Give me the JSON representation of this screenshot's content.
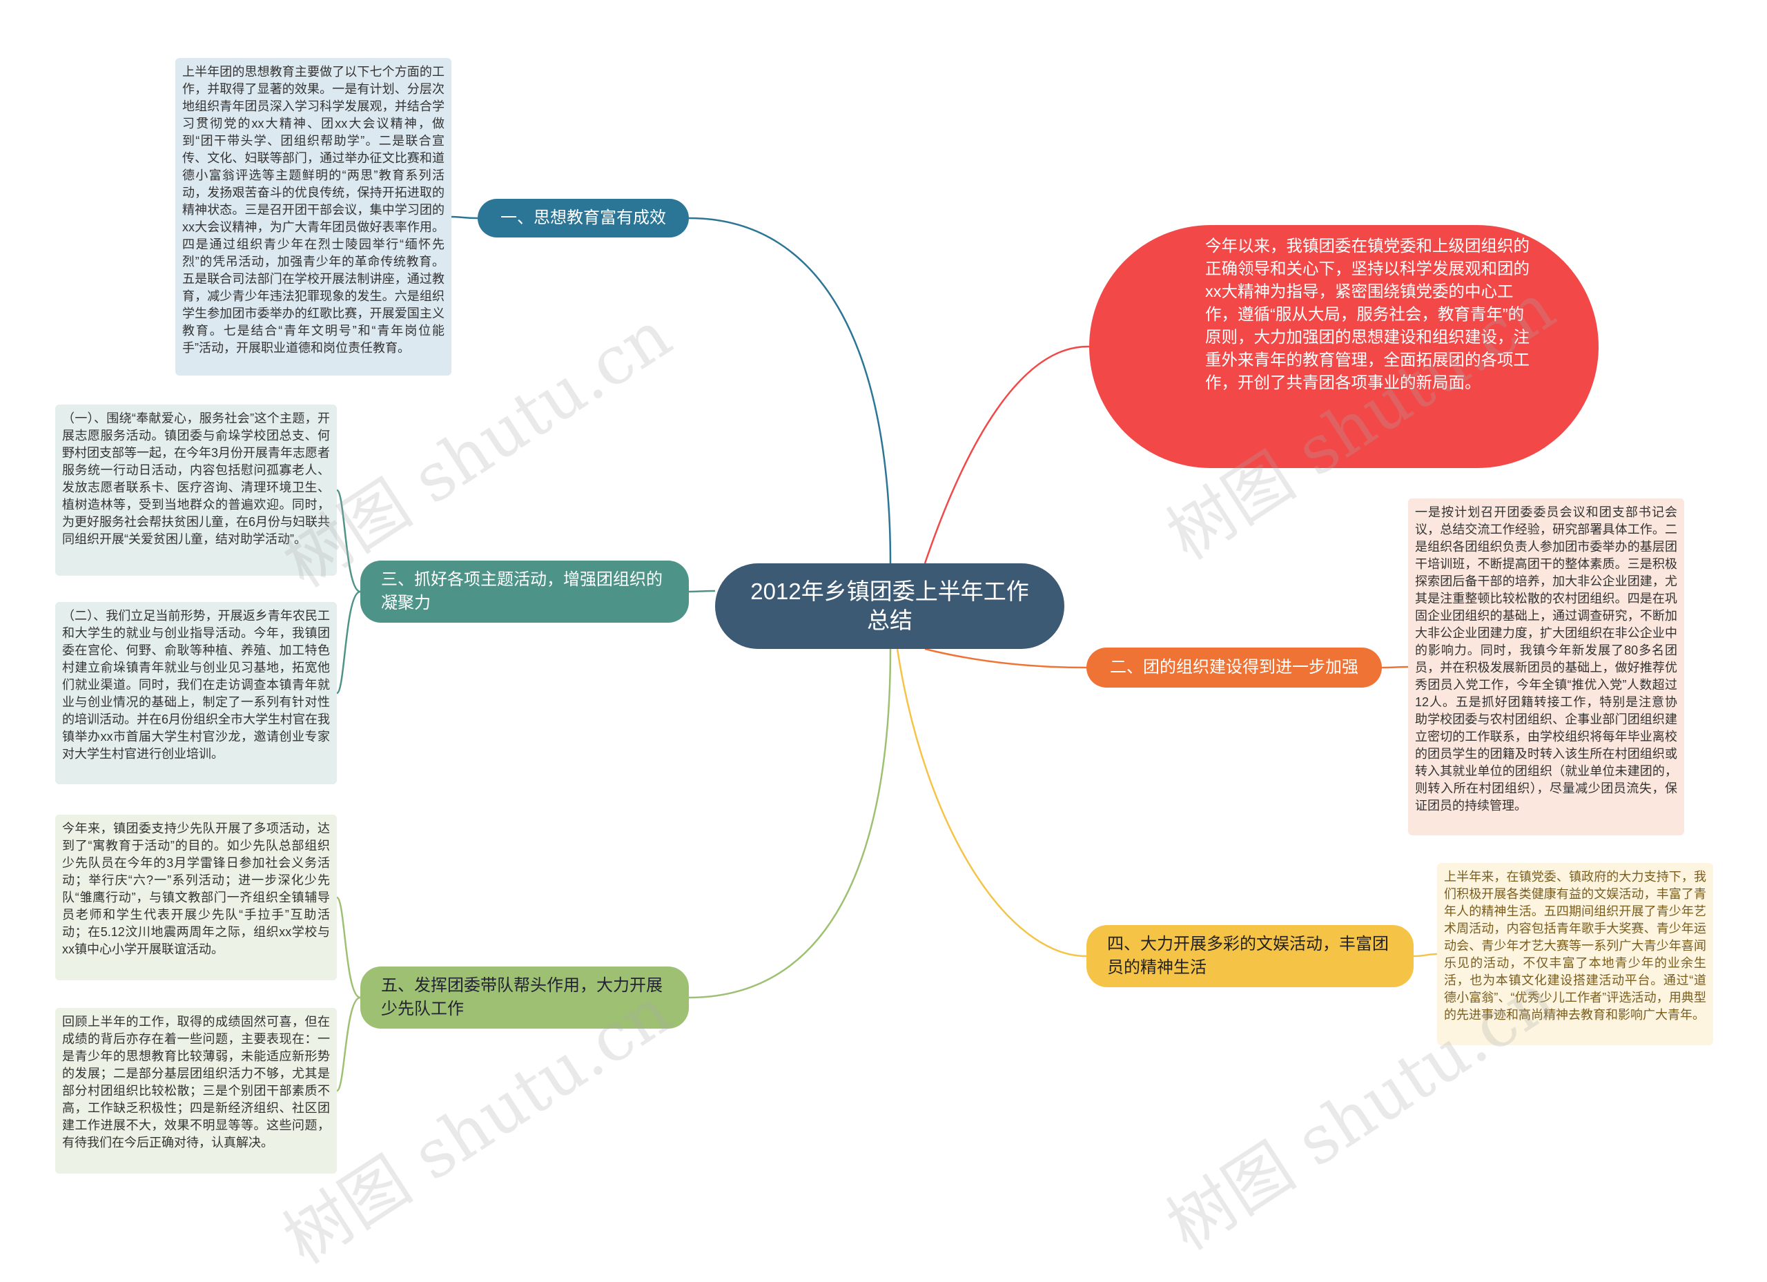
{
  "center": {
    "title": "2012年乡镇团委上半年工作总结"
  },
  "colors": {
    "center": "#3d5a75",
    "branch1": "#2b7596",
    "branch2": "#ef7335",
    "branch3": "#4d9387",
    "branch4": "#f5c447",
    "branch5": "#9ec073",
    "intro": "#f24848"
  },
  "intro": {
    "text": "今年以来，我镇团委在镇党委和上级团组织的正确领导和关心下，坚持以科学发展观和团的xx大精神为指导，紧密围绕镇党委的中心工作，遵循“服从大局，服务社会，教育青年”的原则，大力加强团的思想建设和组织建设，注重外来青年的教育管理，全面拓展团的各项工作，开创了共青团各项事业的新局面。"
  },
  "branches": {
    "b1": {
      "label": "一、思想教育富有成效",
      "leaf": "上半年团的思想教育主要做了以下七个方面的工作，并取得了显著的效果。一是有计划、分层次地组织青年团员深入学习科学发展观，并结合学习贯彻党的xx大精神、团xx大会议精神，做到“团干带头学、团组织帮助学”。二是联合宣传、文化、妇联等部门，通过举办征文比赛和道德小富翁评选等主题鲜明的“两思”教育系列活动，发扬艰苦奋斗的优良传统，保持开拓进取的精神状态。三是召开团干部会议，集中学习团的xx大会议精神，为广大青年团员做好表率作用。四是通过组织青少年在烈士陵园举行“缅怀先烈”的凭吊活动，加强青少年的革命传统教育。五是联合司法部门在学校开展法制讲座，通过教育，减少青少年违法犯罪现象的发生。六是组织学生参加团市委举办的红歌比赛，开展爱国主义教育。七是结合“青年文明号”和“青年岗位能手”活动，开展职业道德和岗位责任教育。"
    },
    "b2": {
      "label": "二、团的组织建设得到进一步加强",
      "leaf": "一是按计划召开团委委员会议和团支部书记会议，总结交流工作经验，研究部署具体工作。二是组织各团组织负责人参加团市委举办的基层团干培训班，不断提高团干的整体素质。三是积极探索团后备干部的培养，加大非公企业团建，尤其是注重整顿比较松散的农村团组织。四是在巩固企业团组织的基础上，通过调查研究，不断加大非公企业团建力度，扩大团组织在非公企业中的影响力。同时，我镇今年新发展了80多名团员，并在积极发展新团员的基础上，做好推荐优秀团员入党工作，今年全镇“推优入党”人数超过12人。五是抓好团籍转接工作，特别是注意协助学校团委与农村团组织、企事业部门团组织建立密切的工作联系，由学校组织将每年毕业离校的团员学生的团籍及时转入该生所在村团组织或转入其就业单位的团组织（就业单位未建团的，则转入所在村团组织），尽量减少团员流失，保证团员的持续管理。"
    },
    "b3": {
      "label": "三、抓好各项主题活动，增强团组织的凝聚力",
      "leaf_a": "（一）、围绕“奉献爱心，服务社会”这个主题，开展志愿服务活动。镇团委与俞垛学校团总支、何野村团支部等一起，在今年3月份开展青年志愿者服务统一行动日活动，内容包括慰问孤寡老人、发放志愿者联系卡、医疗咨询、清理环境卫生、植树造林等，受到当地群众的普遍欢迎。同时，为更好服务社会帮扶贫困儿童，在6月份与妇联共同组织开展“关爱贫困儿童，结对助学活动”。",
      "leaf_b": "（二）、我们立足当前形势，开展返乡青年农民工和大学生的就业与创业指导活动。今年，我镇团委在宫伦、何野、俞耿等种植、养殖、加工特色村建立俞垛镇青年就业与创业见习基地，拓宽他们就业渠道。同时，我们在走访调查本镇青年就业与创业情况的基础上，制定了一系列有针对性的培训活动。并在6月份组织全市大学生村官在我镇举办xx市首届大学生村官沙龙，邀请创业专家对大学生村官进行创业培训。"
    },
    "b4": {
      "label": "四、大力开展多彩的文娱活动，丰富团员的精神生活",
      "leaf": "上半年来，在镇党委、镇政府的大力支持下，我们积极开展各类健康有益的文娱活动，丰富了青年人的精神生活。五四期间组织开展了青少年艺术周活动，内容包括青年歌手大奖赛、青少年运动会、青少年才艺大赛等一系列广大青少年喜闻乐见的活动，不仅丰富了本地青少年的业余生活，也为本镇文化建设搭建活动平台。通过“道德小富翁”、“优秀少儿工作者”评选活动，用典型的先进事迹和高尚精神去教育和影响广大青年。"
    },
    "b5": {
      "label": "五、发挥团委带队帮头作用，大力开展少先队工作",
      "leaf_a": "今年来，镇团委支持少先队开展了多项活动，达到了“寓教育于活动”的目的。如少先队总部组织少先队员在今年的3月学雷锋日参加社会义务活动；举行庆“六?一”系列活动；进一步深化少先队“雏鹰行动”，与镇文教部门一齐组织全镇辅导员老师和学生代表开展少先队“手拉手”互助活动；在5.12汶川地震两周年之际，组织xx学校与xx镇中心小学开展联谊活动。",
      "leaf_b": "回顾上半年的工作，取得的成绩固然可喜，但在成绩的背后亦存在着一些问题，主要表现在：一是青少年的思想教育比较薄弱，未能适应新形势的发展；二是部分基层团组织活力不够，尤其是部分村团组织比较松散；三是个别团干部素质不高，工作缺乏积极性；四是新经济组织、社区团建工作进展不大，效果不明显等等。这些问题，有待我们在今后正确对待，认真解决。"
    }
  },
  "watermark": "树图 shutu.cn"
}
